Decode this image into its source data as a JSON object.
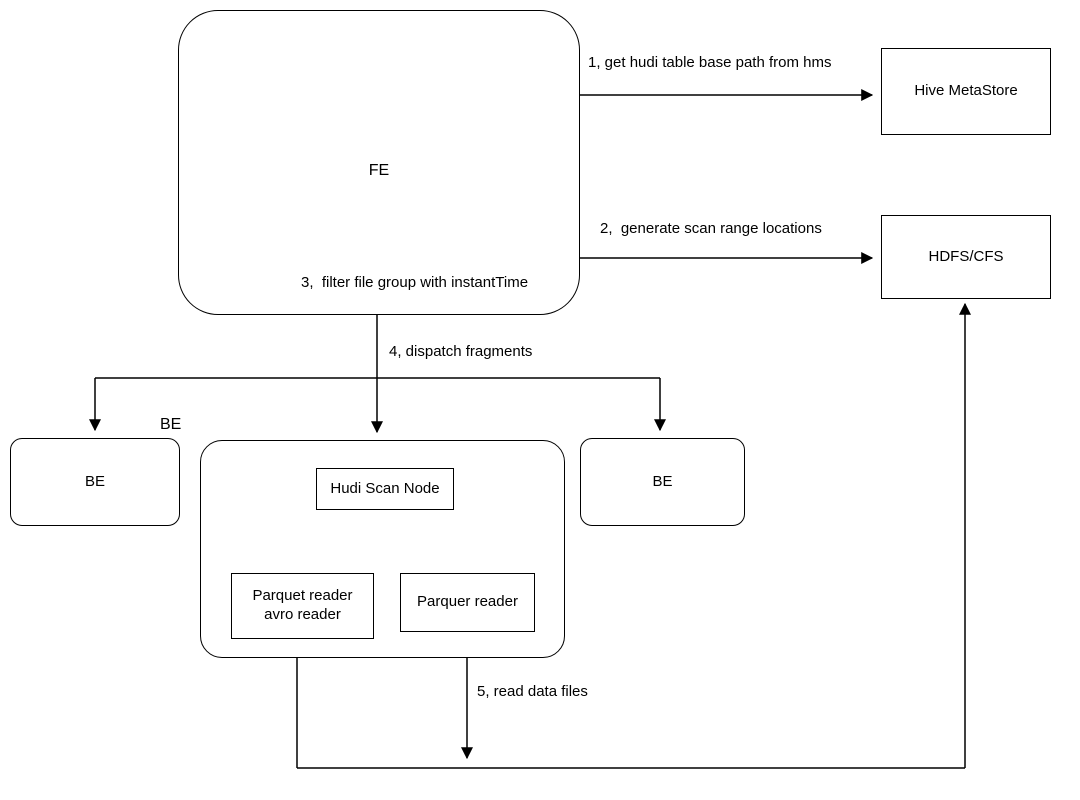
{
  "nodes": {
    "fe": "FE",
    "hive_metastore": "Hive MetaStore",
    "hdfs_cfs": "HDFS/CFS",
    "be_left": "BE",
    "be_middle": "BE",
    "be_right": "BE",
    "hudi_scan_node": "Hudi Scan Node",
    "parquet_avro_reader": "Parquet reader\navro reader",
    "parquer_reader": "Parquer reader"
  },
  "labels": {
    "step1": "1, get hudi table base path from hms",
    "step2": "2,  generate scan range locations",
    "step3": "3,  filter file group with instantTime",
    "step4": "4, dispatch fragments",
    "step5": "5, read data files"
  }
}
